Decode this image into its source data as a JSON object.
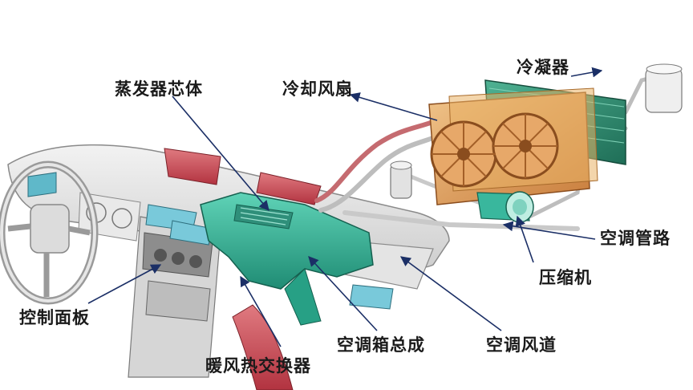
{
  "labels": {
    "evaporator_core": "蒸发器芯体",
    "cooling_fan": "冷却风扇",
    "condenser": "冷凝器",
    "ac_pipe": "空调管路",
    "compressor": "压缩机",
    "control_panel": "控制面板",
    "ac_box_assembly": "空调箱总成",
    "ac_duct": "空调风道",
    "heater_core": "暖风热交换器"
  },
  "colors": {
    "hvac_box": "#2fae93",
    "condenser": "#2f8f74",
    "radiator": "#d99a57",
    "heater_duct": "#c8444e",
    "leader_line": "#1b2f66",
    "label_text": "#1a1a1a"
  }
}
